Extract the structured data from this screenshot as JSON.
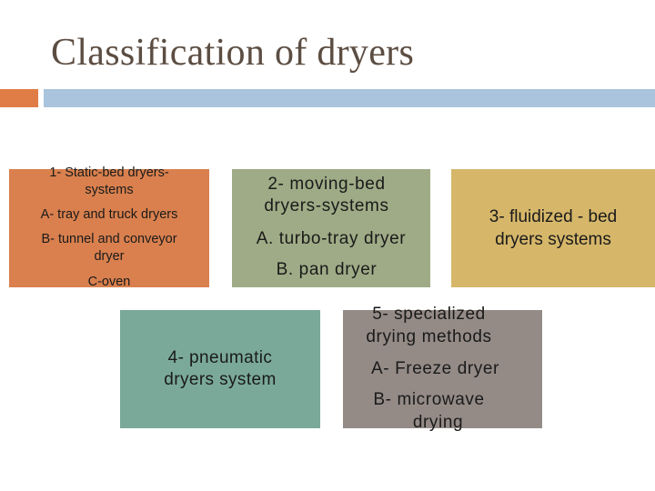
{
  "slide": {
    "title": "Classification of dryers"
  },
  "colors": {
    "title_text": "#5c4d42",
    "accent_bar": "#e07c45",
    "header_bar": "#a9c4dc",
    "box_static": "#d9804e",
    "box_moving": "#9fab86",
    "box_fluidized": "#d6b76a",
    "box_pneumatic": "#7aa99a",
    "box_specialized": "#948b87"
  },
  "boxes": {
    "static_bed": {
      "heading_l1": "1- Static-bed dryers-",
      "heading_l2": "systems",
      "item_a": "A- tray and truck dryers",
      "item_b_l1": "B- tunnel and conveyor",
      "item_b_l2": "dryer",
      "item_c": "C-oven"
    },
    "moving_bed": {
      "heading_l1": "2- moving-bed",
      "heading_l2": "dryers-systems",
      "item_a": "A. turbo-tray dryer",
      "item_b": "B. pan dryer"
    },
    "fluidized_bed": {
      "heading_l1": "3- fluidized - bed",
      "heading_l2": "dryers systems"
    },
    "pneumatic": {
      "heading_l1": "4- pneumatic",
      "heading_l2": "dryers system"
    },
    "specialized": {
      "heading_l1": "5- specialized",
      "heading_l2": "drying methods",
      "item_a": "A- Freeze dryer",
      "item_b_l1": "B- microwave",
      "item_b_l2": "drying"
    }
  }
}
